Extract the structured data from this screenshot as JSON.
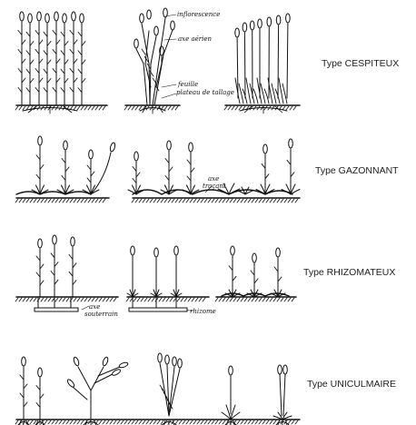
{
  "types": {
    "cespiteux": "Type CESPITEUX",
    "gazonnant": "Type GAZONNANT",
    "rhizomateux": "Type RHIZOMATEUX",
    "uniculmaire": "Type UNICULMAIRE"
  },
  "annotations": {
    "inflorescence": "inflorescence",
    "axe_aerien": "axe aérien",
    "feuille": "feuille",
    "plateau_de_tallage": "plateau de tallage",
    "axe_tracant_1": "axe",
    "axe_tracant_2": "traçant",
    "axe_souterrain_1": "axe",
    "axe_souterrain_2": "souterrain",
    "rhizome": "rhizome"
  },
  "colors": {
    "ink": "#111111",
    "label": "#222222"
  }
}
